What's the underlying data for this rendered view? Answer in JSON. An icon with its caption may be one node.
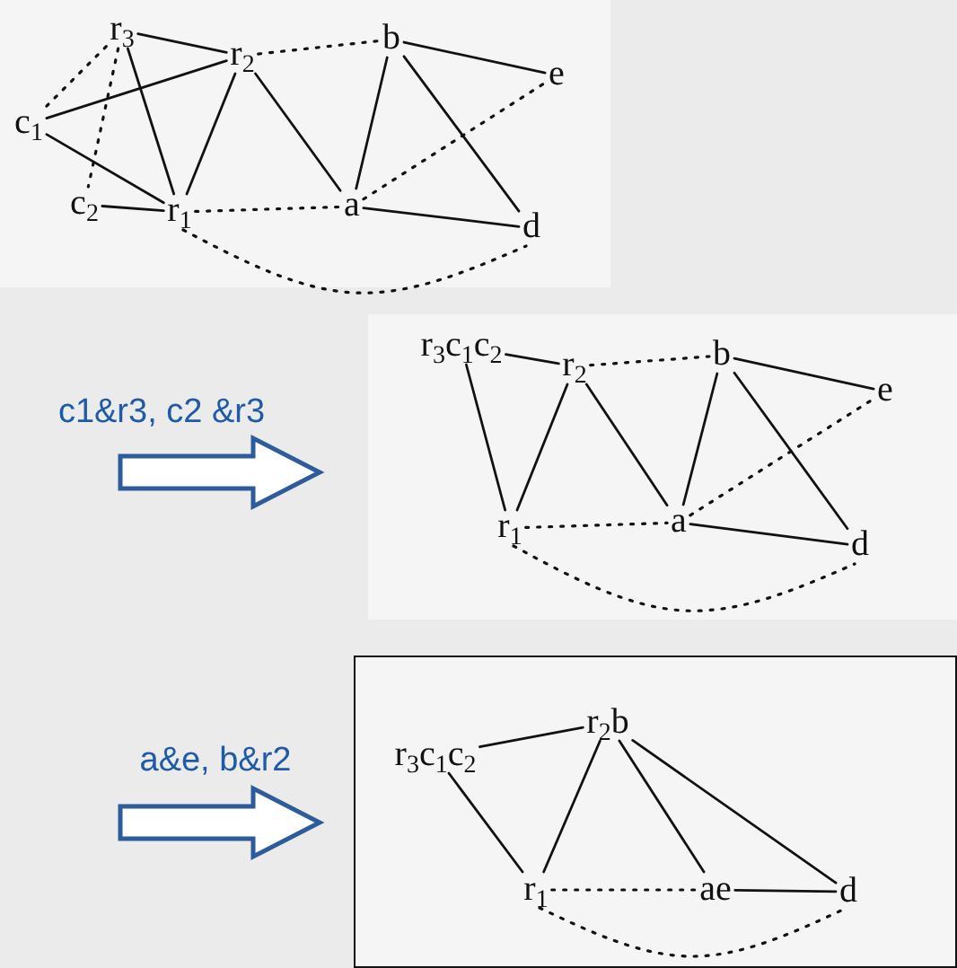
{
  "diagram": {
    "nodes": [
      {
        "text": [],
        "shape": "box"
      },
      {
        "text": [
          "r$_{3}$"
        ],
        "in": 0
      },
      {
        "text": [
          "r$_{2}$"
        ],
        "in": 0
      },
      {
        "text": [
          "b"
        ],
        "in": 0
      },
      {
        "text": [
          "e"
        ],
        "in": 0
      },
      {
        "text": [
          "c$_{1}$"
        ],
        "in": 0
      },
      {
        "text": [
          "c$_{2}$"
        ],
        "in": 0
      },
      {
        "text": [
          "r$_{1}$"
        ],
        "in": 0
      },
      {
        "text": [
          "a"
        ],
        "in": 0
      },
      {
        "text": [
          "d"
        ],
        "in": 0
      },
      {
        "text": [],
        "shape": "box"
      },
      {
        "text": [
          "r$_{3}$c$_{1}$c$_{2}$"
        ],
        "in": 10
      },
      {
        "text": [
          "r$_{2}$"
        ],
        "in": 10
      },
      {
        "text": [
          "b"
        ],
        "in": 10
      },
      {
        "text": [
          "e"
        ],
        "in": 10
      },
      {
        "text": [
          "r$_{1}$"
        ],
        "in": 10
      },
      {
        "text": [
          "a"
        ],
        "in": 10
      },
      {
        "text": [
          "d"
        ],
        "in": 10
      },
      {
        "text": [],
        "shape": "box"
      },
      {
        "text": [
          "r$_{3}$c$_{1}$c$_{2}$"
        ],
        "in": 18
      },
      {
        "text": [
          "r$_{2}$b"
        ],
        "in": 18
      },
      {
        "text": [
          "r$_{1}$"
        ],
        "in": 18
      },
      {
        "text": [
          "ae"
        ],
        "in": 18
      },
      {
        "text": [
          "d"
        ],
        "in": 18
      }
    ],
    "edges": [
      {
        "from": 1,
        "to": 2,
        "arrow": "none"
      },
      {
        "from": 2,
        "to": 3,
        "arrow": "none",
        "style": "dashed"
      },
      {
        "from": 3,
        "to": 4,
        "arrow": "none"
      },
      {
        "from": 1,
        "to": 5,
        "arrow": "none",
        "style": "dashed"
      },
      {
        "from": 1,
        "to": 6,
        "arrow": "none",
        "style": "dashed"
      },
      {
        "from": 5,
        "to": 2,
        "arrow": "none"
      },
      {
        "from": 1,
        "to": 7,
        "arrow": "none"
      },
      {
        "from": 5,
        "to": 7,
        "arrow": "none"
      },
      {
        "from": 6,
        "to": 7,
        "arrow": "none"
      },
      {
        "from": 2,
        "to": 7,
        "arrow": "none"
      },
      {
        "from": 2,
        "to": 8,
        "arrow": "none"
      },
      {
        "from": 3,
        "to": 8,
        "arrow": "none"
      },
      {
        "from": 3,
        "to": 9,
        "arrow": "none"
      },
      {
        "from": 8,
        "to": 4,
        "arrow": "none",
        "style": "dashed"
      },
      {
        "from": 8,
        "to": 9,
        "arrow": "none"
      },
      {
        "from": 7,
        "to": 8,
        "arrow": "none",
        "style": "dashed"
      },
      {
        "from": 7,
        "to": 9,
        "arrow": "none",
        "style": "dashed"
      },
      {
        "from": 11,
        "to": 12,
        "arrow": "none"
      },
      {
        "from": 12,
        "to": 13,
        "arrow": "none",
        "style": "dashed"
      },
      {
        "from": 13,
        "to": 14,
        "arrow": "none"
      },
      {
        "from": 11,
        "to": 15,
        "arrow": "none"
      },
      {
        "from": 12,
        "to": 15,
        "arrow": "none"
      },
      {
        "from": 12,
        "to": 16,
        "arrow": "none"
      },
      {
        "from": 13,
        "to": 16,
        "arrow": "none"
      },
      {
        "from": 13,
        "to": 17,
        "arrow": "none"
      },
      {
        "from": 16,
        "to": 14,
        "arrow": "none",
        "style": "dashed"
      },
      {
        "from": 16,
        "to": 17,
        "arrow": "none"
      },
      {
        "from": 15,
        "to": 16,
        "arrow": "none",
        "style": "dashed"
      },
      {
        "from": 15,
        "to": 17,
        "arrow": "none",
        "style": "dashed"
      },
      {
        "from": 19,
        "to": 20,
        "arrow": "none"
      },
      {
        "from": 19,
        "to": 21,
        "arrow": "none"
      },
      {
        "from": 20,
        "to": 21,
        "arrow": "none"
      },
      {
        "from": 20,
        "to": 22,
        "arrow": "none"
      },
      {
        "from": 20,
        "to": 23,
        "arrow": "none"
      },
      {
        "from": 22,
        "to": 23,
        "arrow": "none"
      },
      {
        "from": 21,
        "to": 22,
        "arrow": "none",
        "style": "dashed"
      },
      {
        "from": 21,
        "to": 23,
        "arrow": "none",
        "style": "dashed"
      }
    ],
    "labels": [
      "c1&r3, c2 &r3",
      "a&e, b&r2"
    ]
  }
}
